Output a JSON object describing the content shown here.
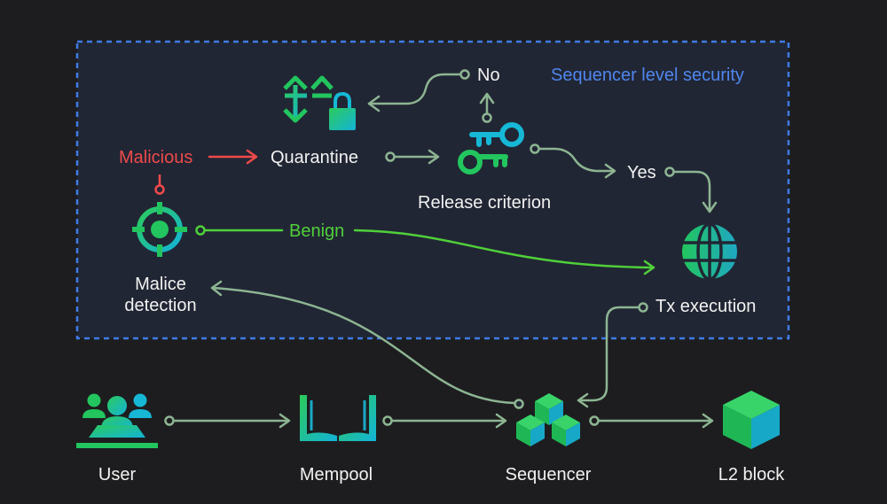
{
  "security_box": {
    "title": "Sequencer level security",
    "border_color": "#3f7be6",
    "fill_color": "#212634"
  },
  "nodes": {
    "quarantine": "Quarantine",
    "malicious": "Malicious",
    "no": "No",
    "yes": "Yes",
    "release_criterion": "Release criterion",
    "benign": "Benign",
    "malice_detection_line1": "Malice",
    "malice_detection_line2": "detection",
    "tx_execution": "Tx execution",
    "user": "User",
    "mempool": "Mempool",
    "sequencer": "Sequencer",
    "l2_block": "L2 block"
  },
  "icons": {
    "quarantine": "arrows-lock-icon",
    "release_criterion": "keys-icon",
    "malice_detection": "crosshair-target-icon",
    "tx_execution": "globe-icon",
    "user": "user-group-icon",
    "mempool": "open-book-icon",
    "sequencer": "stacked-cubes-icon",
    "l2_block": "cube-icon"
  },
  "colors": {
    "connector": "#8db592",
    "malicious": "#ef4a4a",
    "benign": "#4fd03a",
    "icon_green": "#22c55e",
    "icon_cyan": "#16b8d6",
    "background": "#1d1d1f"
  }
}
